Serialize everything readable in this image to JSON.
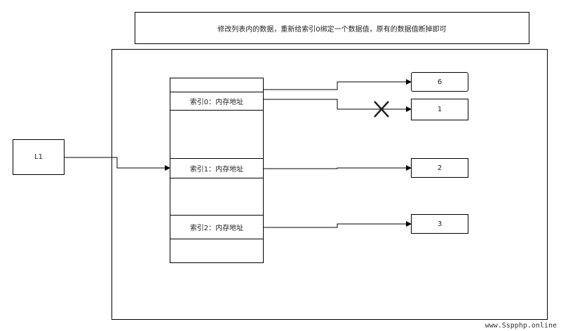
{
  "caption": "修改列表内的数据，重新给索引0绑定一个数据值，原有的数据值断掉即可",
  "variable": "L1",
  "slots": [
    "索引0：内存地址",
    "索引1：内存地址",
    "索引2：内存地址"
  ],
  "values": {
    "new_value": "6",
    "old_value": "1",
    "value_2": "2",
    "value_3": "3"
  },
  "watermark": "www.Sspphp.online",
  "colors": {
    "stroke": "#000000",
    "broken_mark": "#222222"
  }
}
